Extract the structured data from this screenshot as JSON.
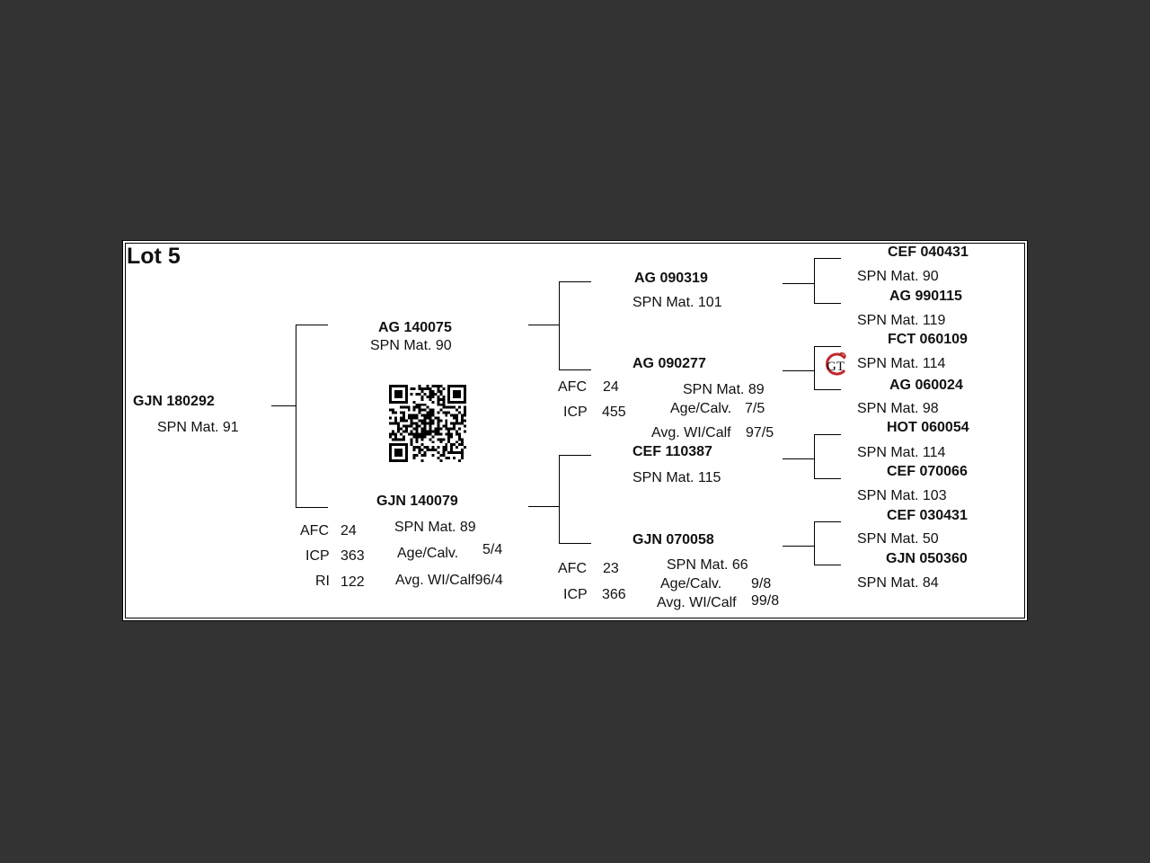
{
  "lot": {
    "title": "Lot 5"
  },
  "subject": {
    "id": "GJN 180292",
    "spn": "SPN Mat. 91"
  },
  "sire": {
    "id": "AG  140075",
    "spn": "SPN Mat. 90"
  },
  "dam": {
    "id": "GJN 140079",
    "spn": "SPN Mat. 89",
    "afc_label": "AFC",
    "afc": "24",
    "icp_label": "ICP",
    "icp": "363",
    "ri_label": "RI",
    "ri": "122",
    "age_label": "Age/Calv.",
    "age": "5/4",
    "avg": "Avg. WI/Calf96/4"
  },
  "ss": {
    "id": "AG  090319",
    "spn": "SPN Mat. 101"
  },
  "sd": {
    "id": "AG  090277",
    "spn": "SPN Mat. 89",
    "afc_label": "AFC",
    "afc": "24",
    "icp_label": "ICP",
    "icp": "455",
    "age_label": "Age/Calv.",
    "age": "7/5",
    "avg_label": "Avg. WI/Calf",
    "avg": "97/5"
  },
  "ds": {
    "id": "CEF 110387",
    "spn": "SPN Mat. 115"
  },
  "dd": {
    "id": "GJN 070058",
    "spn": "SPN Mat. 66",
    "afc_label": "AFC",
    "afc": "23",
    "icp_label": "ICP",
    "icp": "366",
    "age_label": "Age/Calv.",
    "age": "9/8",
    "avg_label": "Avg. WI/Calf",
    "avg": "99/8"
  },
  "g": [
    {
      "id": "CEF 040431",
      "spn": "SPN Mat. 90"
    },
    {
      "id": "AG  990115",
      "spn": "SPN Mat. 119"
    },
    {
      "id": "FCT 060109",
      "spn": "SPN Mat. 114"
    },
    {
      "id": "AG  060024",
      "spn": "SPN Mat. 98"
    },
    {
      "id": "HOT 060054",
      "spn": "SPN Mat. 114"
    },
    {
      "id": "CEF 070066",
      "spn": "SPN Mat. 103"
    },
    {
      "id": "CEF 030431",
      "spn": "SPN Mat. 50"
    },
    {
      "id": "GJN 050360",
      "spn": "SPN Mat. 84"
    }
  ],
  "logo": {
    "icon": "gt-logo-icon",
    "text": "GT"
  },
  "qr": {
    "icon": "qr-code-icon"
  }
}
